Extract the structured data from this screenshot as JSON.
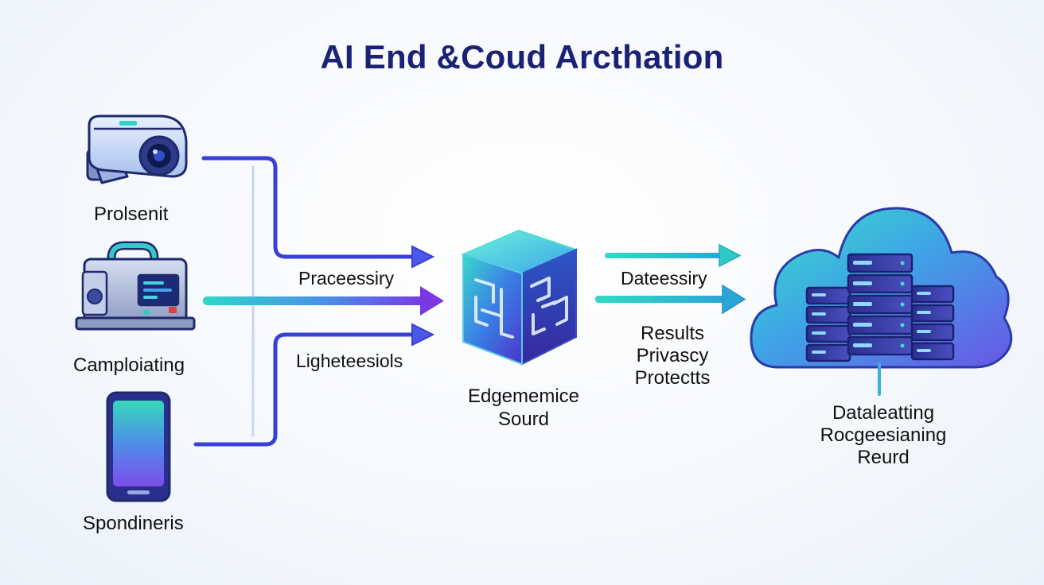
{
  "title": "AI End &Coud Arcthation",
  "devices": [
    {
      "label": "Prolsenit",
      "icon": "security-camera-icon"
    },
    {
      "label": "Camploiating",
      "icon": "edge-gateway-box-icon"
    },
    {
      "label": "Spondineris",
      "icon": "smartphone-icon"
    }
  ],
  "arrows": {
    "top_label": "Praceessiry",
    "bottom_label": "Ligheteesiols",
    "right_top_label": "Dateessiry",
    "right_bottom_label": "Results\nPrivascy\nProtectts"
  },
  "edge_node": {
    "label": "Edgememice\nSourd",
    "icon": "edge-processor-cube-icon"
  },
  "cloud_node": {
    "label": "Dataleatting\nRocgeesianing\nReurd",
    "icon": "cloud-server-icon"
  },
  "colors": {
    "title": "#1b2275",
    "line_blue": "#3b3fd8",
    "line_teal": "#2ed3c8",
    "line_purple": "#7b3fe4"
  }
}
